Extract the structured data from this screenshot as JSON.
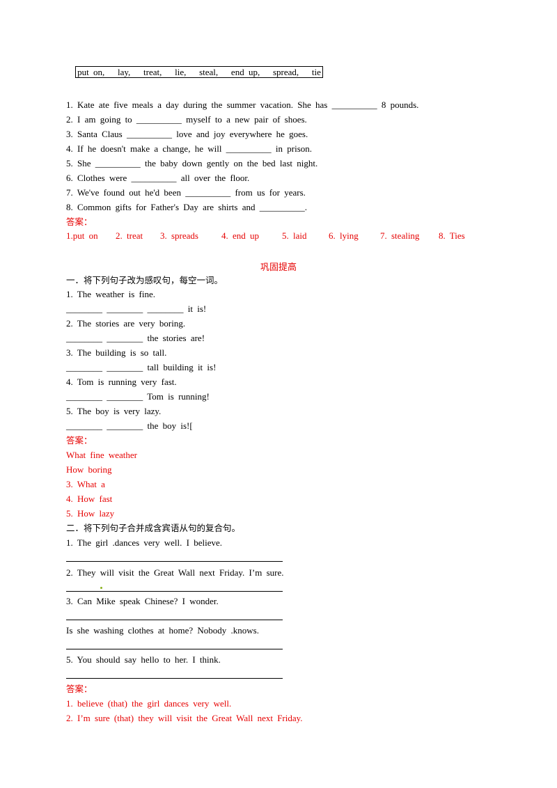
{
  "word_bank": "put on,   lay,   treat,   lie,   steal,   end up,   spread,   tie",
  "exercise1": {
    "items": [
      "1. Kate ate five meals a day during the summer vacation. She has __________ 8 pounds.",
      "2. I am going to __________ myself to a new pair of shoes.",
      "3. Santa Claus __________ love and joy everywhere he goes.",
      "4. If he doesn't make a change, he will __________ in prison.",
      "5. She __________ the baby down gently on the bed last night.",
      "6. Clothes were __________ all over the floor.",
      "7. We've found out he'd been __________ from us for years.",
      "8. Common gifts for Father's Day are shirts and __________."
    ],
    "answer_label": "答案：",
    "answers": [
      "1.put on",
      "2. treat",
      "3. spreads",
      "4. end up",
      "5. laid",
      "6. lying",
      "7. stealing",
      "8. Ties"
    ]
  },
  "section_title": "巩固提高",
  "part1": {
    "heading": "一．将下列句子改为感叹句，每空一词。",
    "lines": [
      "1. The weather is fine.",
      "________ ________ ________ it is!",
      "2. The stories are very boring.",
      "________ ________ the stories are!",
      "3. The building is so tall.",
      "________ ________ tall building it is!",
      "4. Tom is running very fast.",
      "________ ________ Tom is running!",
      "5. The boy is very lazy.",
      "________ ________ the boy is![",
      "",
      "",
      "",
      "",
      "",
      "",
      ""
    ],
    "answer_label": "答案：",
    "answers": [
      "What fine weather",
      "How boring",
      "3. What a",
      "4. How fast",
      "5. How lazy"
    ]
  },
  "part2": {
    "heading": "二．将下列句子合并成含宾语从句的复合句。",
    "items": [
      "1. The girl .dances very well. I believe.",
      "2. They will visit the Great Wall next Friday. I’m sure.",
      "3. Can Mike speak Chinese? I wonder.",
      "Is she washing clothes at home? Nobody .knows.",
      "5. You should say hello to her. I think."
    ],
    "answer_label": "答案：",
    "answers": [
      "1. believe (that) the girl dances very well.",
      "2. I’m sure (that) they will visit the Great Wall next Friday."
    ]
  },
  "colors": {
    "answer": "#e60000",
    "text": "#000000"
  }
}
